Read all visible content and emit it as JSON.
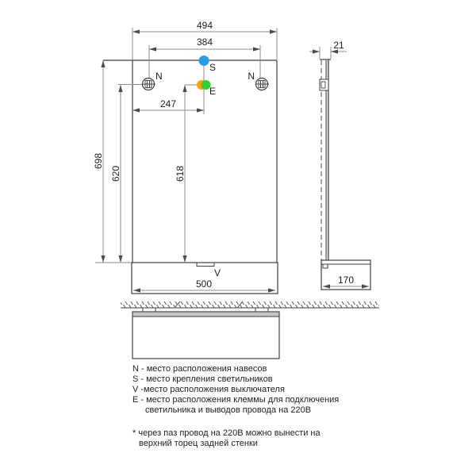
{
  "drawing": {
    "dims": {
      "top_width": "494",
      "hanger_span": "384",
      "terminal_offset": "247",
      "total_height": "698",
      "hanger_height": "620",
      "terminal_height": "618",
      "bottom_width": "500",
      "panel_thickness": "21",
      "shelf_depth": "170"
    },
    "markers": {
      "hanger_left": "N",
      "hanger_right": "N",
      "lamp": "S",
      "terminal": "E",
      "switch": "V"
    },
    "colors": {
      "lamp_dot": "#2b9ce8",
      "terminal_dot_orange": "#ffa200",
      "terminal_dot_green": "#35cc35"
    }
  },
  "legend": {
    "lines": [
      "N - место расположения навесов",
      "S - место крепления светильников",
      "V -место расположения выключателя",
      "E - место расположения клеммы для подключения",
      "светильника и выводов провода на 220В"
    ]
  },
  "footnote": {
    "lines": [
      "* через паз провод на 220В можно вынести на",
      "верхний торец задней стенки"
    ]
  }
}
